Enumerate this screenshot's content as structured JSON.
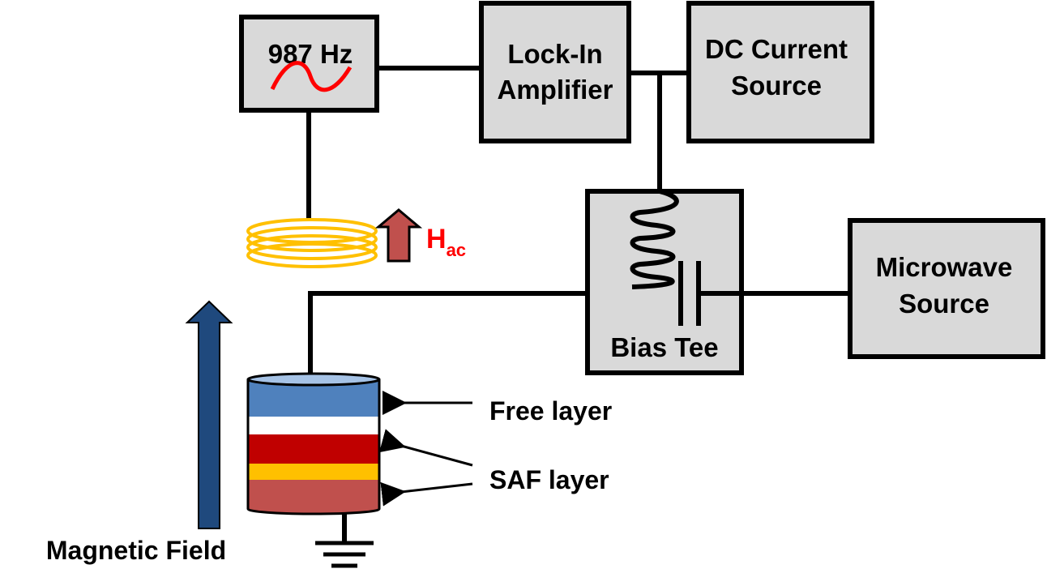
{
  "oscillator": {
    "frequency": "987 Hz"
  },
  "lockin": {
    "line1": "Lock-In",
    "line2": "Amplifier"
  },
  "dc_source": {
    "line1": "DC Current",
    "line2": "Source"
  },
  "bias_tee": {
    "label": "Bias Tee"
  },
  "microwave": {
    "line1": "Microwave",
    "line2": "Source"
  },
  "hac": {
    "main": "H",
    "sub": "ac"
  },
  "layers": {
    "free": "Free layer",
    "saf": "SAF layer"
  },
  "field": {
    "label": "Magnetic Field"
  },
  "colors": {
    "box_fill": "#d9d9d9",
    "sine": "#ff0000",
    "coil": "#ffc000",
    "hac_arrow": "#c0504d",
    "field_arrow": "#1f497d",
    "free_layer": "#4f81bd",
    "saf_red": "#c00000",
    "saf_spacer": "#ffc000",
    "saf_bottom": "#c0504d"
  }
}
